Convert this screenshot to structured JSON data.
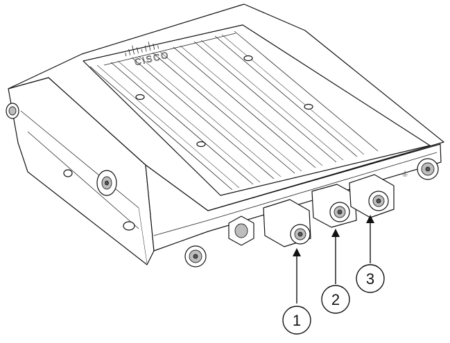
{
  "figure": {
    "brand_text": "CISCO",
    "callouts": [
      {
        "label": "1"
      },
      {
        "label": "2"
      },
      {
        "label": "3"
      }
    ]
  }
}
